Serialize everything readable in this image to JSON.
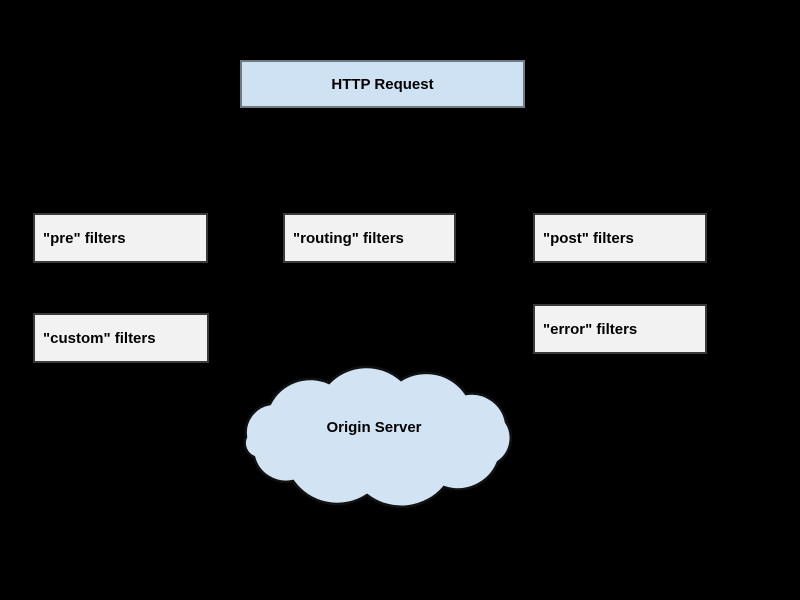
{
  "background_color": "#000000",
  "diagram_type": "request-lifecycle-architecture",
  "nodes": {
    "http_request": {
      "label": "HTTP Request",
      "shape": "rectangle",
      "fill": "#cfe2f3",
      "border": "#6e7a86"
    },
    "pre_filters": {
      "label": "\"pre\" filters",
      "shape": "rectangle",
      "fill": "#f2f2f2",
      "border": "#3a3a3a"
    },
    "routing_filters": {
      "label": "\"routing\" filters",
      "shape": "rectangle",
      "fill": "#f2f2f2",
      "border": "#3a3a3a"
    },
    "post_filters": {
      "label": "\"post\" filters",
      "shape": "rectangle",
      "fill": "#f2f2f2",
      "border": "#3a3a3a"
    },
    "custom_filters": {
      "label": "\"custom\" filters",
      "shape": "rectangle",
      "fill": "#f2f2f2",
      "border": "#3a3a3a"
    },
    "error_filters": {
      "label": "\"error\" filters",
      "shape": "rectangle",
      "fill": "#f2f2f2",
      "border": "#3a3a3a"
    },
    "origin_server": {
      "label": "Origin Server",
      "shape": "cloud",
      "fill": "#d2e4f4",
      "stroke": "#121212"
    }
  }
}
